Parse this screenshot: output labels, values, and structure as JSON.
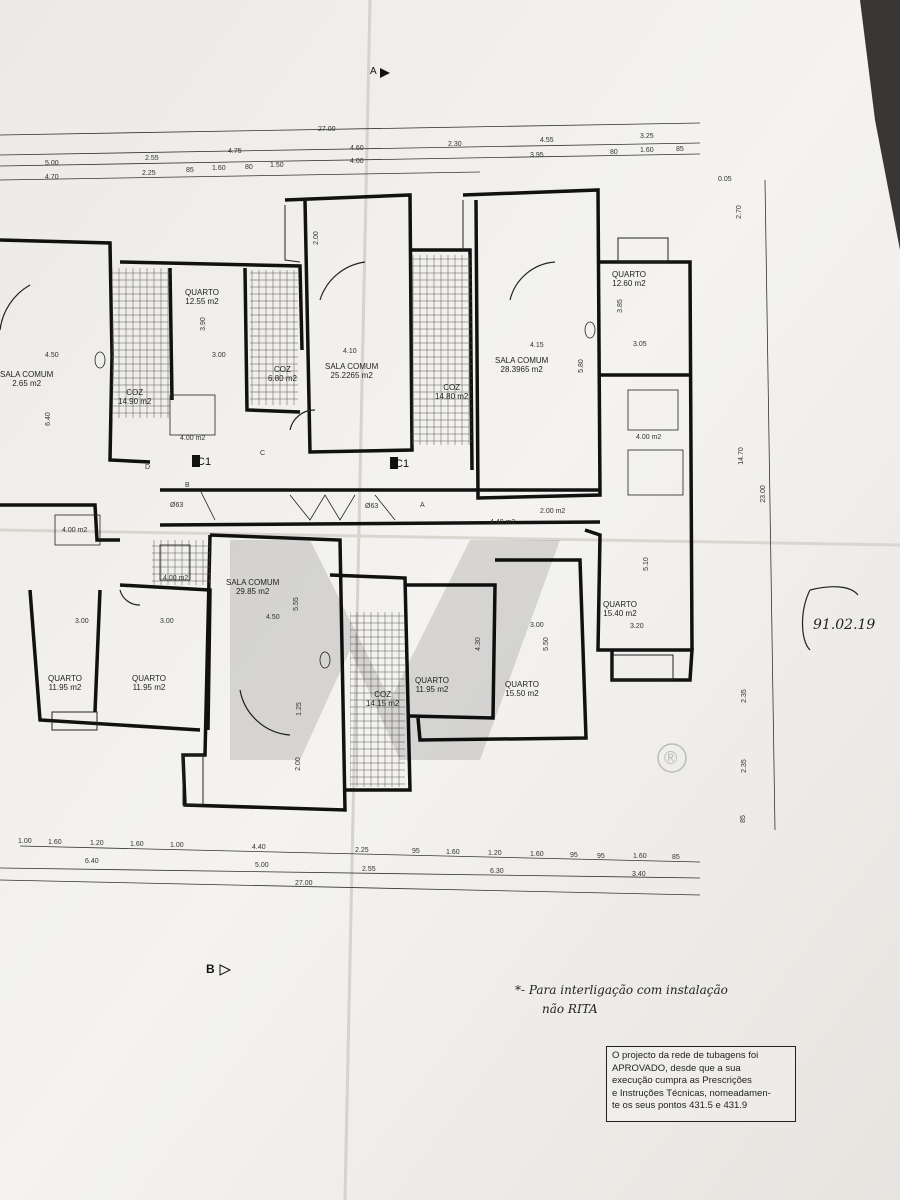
{
  "plan": {
    "rooms": [
      {
        "id": "sala-left",
        "name": "SALA COMUM",
        "area": "2.65 m2"
      },
      {
        "id": "quarto-top-1",
        "name": "QUARTO",
        "area": "12.55 m2"
      },
      {
        "id": "coz-top-1",
        "name": "COZ",
        "area": "14.90 m2"
      },
      {
        "id": "coz-top-2",
        "name": "COZ",
        "area": "6.80 m2"
      },
      {
        "id": "sala-top-1",
        "name": "SALA COMUM",
        "area": "25.2265 m2"
      },
      {
        "id": "coz-top-3",
        "name": "COZ",
        "area": "14.80 m2"
      },
      {
        "id": "sala-top-2",
        "name": "SALA COMUM",
        "area": "28.3965 m2"
      },
      {
        "id": "quarto-top-2",
        "name": "QUARTO",
        "area": "12.60 m2"
      },
      {
        "id": "sala-bottom",
        "name": "SALA COMUM",
        "area": "29.85 m2"
      },
      {
        "id": "quarto-bl-1",
        "name": "QUARTO",
        "area": "11.95 m2"
      },
      {
        "id": "quarto-bl-2",
        "name": "QUARTO",
        "area": "11.95 m2"
      },
      {
        "id": "coz-bottom",
        "name": "COZ",
        "area": "14.15 m2"
      },
      {
        "id": "quarto-bm",
        "name": "QUARTO",
        "area": "11.95 m2"
      },
      {
        "id": "quarto-br-1",
        "name": "QUARTO",
        "area": "15.50 m2"
      },
      {
        "id": "quarto-br-2",
        "name": "QUARTO",
        "area": "15.40 m2"
      }
    ],
    "top_dims_row1": [
      "27.00"
    ],
    "top_dims_row2": [
      "4.60",
      "2.30",
      "4.55",
      "3.25"
    ],
    "top_dims_row3": [
      "5.00",
      "2.55",
      "4.75",
      "4.00",
      "3.95",
      "80",
      "1.60",
      "85"
    ],
    "top_dims_row4": [
      "4.70",
      "2.25",
      "85",
      "1.60",
      "80",
      "1.50"
    ],
    "bottom_dims_row1": [
      "1.00",
      "1.60",
      "1.20",
      "1.60",
      "1.00",
      "4.40",
      "2.25",
      "95",
      "1.60",
      "1.20",
      "1.60",
      "95",
      "95",
      "1.60",
      "85"
    ],
    "bottom_dims_row2": [
      "6.40",
      "5.00",
      "2.55",
      "6.30",
      "3.40"
    ],
    "bottom_dims_row3": [
      "27.00"
    ],
    "right_dims": [
      "0.05",
      "2.70",
      "14.70",
      "23.00",
      "2.35",
      "2.35",
      "85"
    ],
    "inner_dims": [
      "4.50",
      "3.00",
      "4.10",
      "4.15",
      "3.05",
      "3.90",
      "3.85",
      "5.80",
      "6.40",
      "3.00",
      "3.00",
      "4.50",
      "3.00",
      "3.20",
      "5.55",
      "4.30",
      "5.50",
      "5.10",
      "2.00",
      "2.00",
      "1.25"
    ],
    "small_areas": [
      "4.00 m2",
      "4.00 m2",
      "4.00 m2",
      "4.40 m2",
      "4.00 m2",
      "2.00 m2"
    ],
    "symbols": [
      "C1",
      "C1",
      "Ø63",
      "Ø63",
      "A",
      "B",
      "C",
      "D"
    ],
    "section_marks": [
      "A",
      "B"
    ]
  },
  "handwritten": {
    "date": "91.02.19",
    "note_line1": "*- Para interligação com instalação",
    "note_line2": "não RITA"
  },
  "stamp": {
    "lines": [
      "O projecto da rede de tubagens foi",
      "APROVADO, desde que a sua",
      "execução cumpra as Prescrições",
      "e Instruções Técnicas, nomeadamen-",
      "te os seus pontos 431.5 e 431.9"
    ]
  },
  "watermark": {
    "text": "®"
  }
}
